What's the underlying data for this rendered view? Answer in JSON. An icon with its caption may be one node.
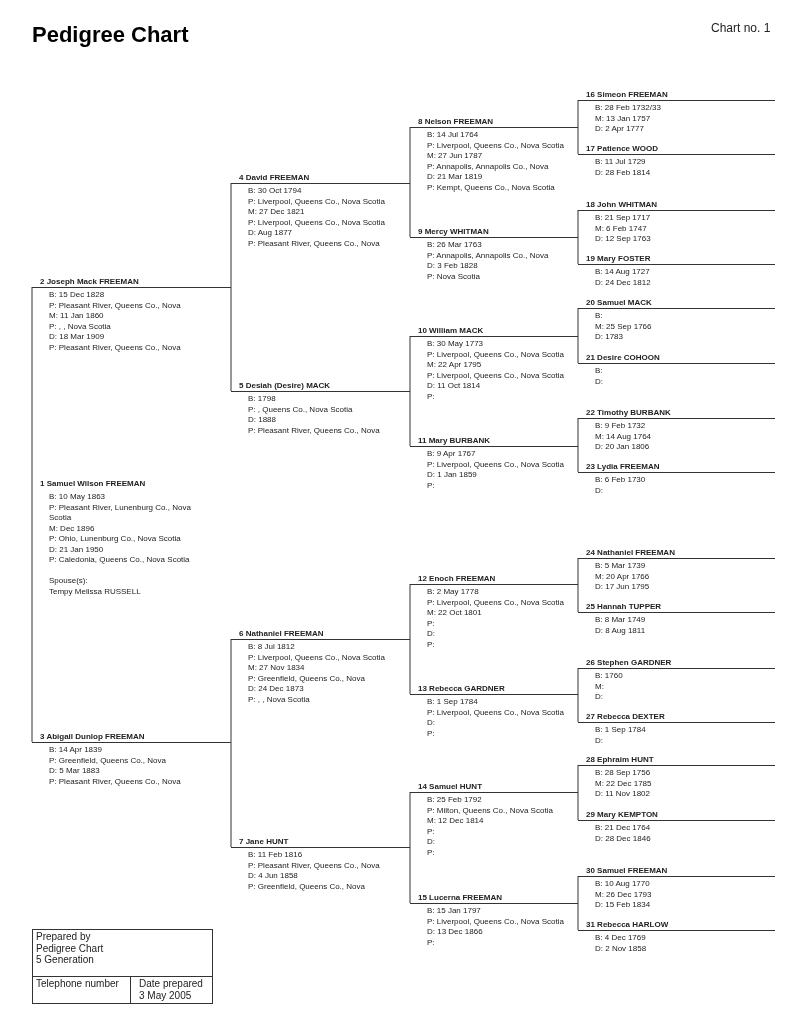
{
  "diagram": {
    "title": "Pedigree Chart",
    "nodes": [
      {
        "text": [
          "1 Samuel Wilson FREEMAN",
          "B: 10 May 1863",
          "P: Pleasant River, Lunenburg Co., Nova Scotia",
          "M: Dec 1896",
          "P: Ohio, Lunenburg Co., Nova Scotia",
          "D: 21 Jan 1950",
          "P: Caledonia, Queens Co., Nova Scotia"
        ],
        "beside": [
          "Spouse(s):",
          "Tempy Melissa RUSSELL"
        ]
      },
      {
        "text": [
          "2 Joseph Mack FREEMAN",
          "B: 15 Dec 1828",
          "P: Pleasant River, Queens Co., Nova",
          "M: 11 Jan 1860",
          "P: , , Nova Scotia",
          "D: 18 Mar 1909",
          "P: Pleasant River, Queens Co., Nova"
        ]
      },
      {
        "text": [
          "3 Abigail Dunlop FREEMAN",
          "B: 14 Apr 1839",
          "P: Greenfield, Queens Co., Nova",
          "D: 5 Mar 1883",
          "P: Pleasant River, Queens Co., Nova"
        ]
      },
      {
        "text": [
          "4 David FREEMAN",
          "B: 30 Oct 1794",
          "P: Liverpool, Queens Co., Nova Scotia",
          "M: 27 Dec 1821",
          "P: Liverpool, Queens Co., Nova Scotia",
          "D: Aug 1877",
          "P: Pleasant River, Queens Co., Nova"
        ]
      },
      {
        "text": [
          "5 Desiah (Desire) MACK",
          "B: 1798",
          "P: , Queens Co., Nova Scotia",
          "D: 1888",
          "P: Pleasant River, Queens Co., Nova"
        ]
      },
      {
        "text": [
          "6 Nathaniel FREEMAN",
          "B: 8 Jul 1812",
          "P: Liverpool, Queens Co., Nova Scotia",
          "M: 27 Nov 1834",
          "P: Greenfield, Queens Co., Nova",
          "D: 24 Dec 1873",
          "P: , , Nova Scotia"
        ]
      },
      {
        "text": [
          "7 Jane HUNT",
          "B: 11 Feb 1816",
          "P: Pleasant River, Queens Co., Nova",
          "D: 4 Jun 1858",
          "P: Greenfield, Queens Co., Nova"
        ]
      },
      {
        "text": [
          "8 Nelson FREEMAN",
          "B: 14 Jul 1764",
          "P: Liverpool, Queens Co., Nova Scotia",
          "M: 27 Jun 1787",
          "P: Annapolis, Annapolis Co., Nova",
          "D: 21 Mar 1819",
          "P: Kempt, Queens Co., Nova Scotia"
        ]
      },
      {
        "text": [
          "9 Mercy WHITMAN",
          "B: 26 Mar 1763",
          "P: Annapolis, Annapolis Co., Nova",
          "D: 3 Feb 1828",
          "P: Nova Scotia"
        ]
      },
      {
        "text": [
          "10 William MACK",
          "B: 30 May 1773",
          "P: Liverpool, Queens Co., Nova Scotia",
          "M: 22 Apr 1795",
          "P: Liverpool, Queens Co., Nova Scotia",
          "D: 11 Oct 1814",
          "P:"
        ]
      },
      {
        "text": [
          "11 Mary BURBANK",
          "B: 9 Apr 1767",
          "P: Liverpool, Queens Co., Nova Scotia",
          "D: 1 Jan 1859",
          "P:"
        ]
      },
      {
        "text": [
          "12 Enoch FREEMAN",
          "B: 2 May 1778",
          "P: Liverpool, Queens Co., Nova Scotia",
          "M: 22 Oct 1801",
          "P:",
          "D:",
          "P:"
        ]
      },
      {
        "text": [
          "13 Rebecca GARDNER",
          "B: 1 Sep 1784",
          "P: Liverpool, Queens Co., Nova Scotia",
          "D:",
          "P:"
        ]
      },
      {
        "text": [
          "14 Samuel HUNT",
          "B: 25 Feb 1792",
          "P: Milton, Queens Co., Nova Scotia",
          "M: 12 Dec 1814",
          "P:",
          "D:",
          "P:"
        ]
      },
      {
        "text": [
          "15 Lucerna FREEMAN",
          "B: 15 Jan 1797",
          "P: Liverpool, Queens Co., Nova Scotia",
          "D: 13 Dec 1866",
          "P:"
        ]
      },
      {
        "text": [
          "16 Simeon FREEMAN",
          "B: 28 Feb 1732/33",
          "M: 13 Jan 1757",
          "D: 2 Apr 1777"
        ]
      },
      {
        "text": [
          "17 Patience WOOD",
          "B: 11 Jul 1729",
          "D: 28 Feb 1814"
        ]
      },
      {
        "text": [
          "18 John WHITMAN",
          "B: 21 Sep 1717",
          "M: 6 Feb 1747",
          "D: 12 Sep 1763"
        ]
      },
      {
        "text": [
          "19 Mary FOSTER",
          "B: 14 Aug 1727",
          "D: 24 Dec 1812"
        ]
      },
      {
        "text": [
          "20 Samuel MACK",
          "B:",
          "M: 25 Sep 1766",
          "D: 1783"
        ]
      },
      {
        "text": [
          "21 Desire COHOON",
          "B:",
          "D:"
        ]
      },
      {
        "text": [
          "22 Timothy BURBANK",
          "B: 9 Feb 1732",
          "M: 14 Aug 1764",
          "D: 20 Jan 1806"
        ]
      },
      {
        "text": [
          "23 Lydia FREEMAN",
          "B: 6 Feb 1730",
          "D:"
        ]
      },
      {
        "text": [
          "24 Nathaniel FREEMAN",
          "B: 5 Mar 1739",
          "M: 20 Apr 1766",
          "D: 17 Jun 1795"
        ]
      },
      {
        "text": [
          "25 Hannah TUPPER",
          "B: 8 Mar 1749",
          "D: 8 Aug 1811"
        ]
      },
      {
        "text": [
          "26 Stephen GARDNER",
          "B: 1760",
          "M:",
          "D:"
        ]
      },
      {
        "text": [
          "27 Rebecca DEXTER",
          "B: 1 Sep 1784",
          "D:"
        ]
      },
      {
        "text": [
          "28 Ephraim HUNT",
          "B: 28 Sep 1756",
          "M: 22 Dec 1785",
          "D: 11 Nov 1802"
        ]
      },
      {
        "text": [
          "29 Mary KEMPTON",
          "B: 21 Dec 1764",
          "D: 28 Dec 1846"
        ]
      },
      {
        "text": [
          "30 Samuel FREEMAN",
          "B: 10 Aug 1770",
          "M: 26 Dec 1793",
          "D: 15 Feb 1834"
        ]
      },
      {
        "text": [
          "31 Rebecca HARLOW",
          "B: 4 Dec 1769",
          "D: 2 Nov 1858"
        ]
      }
    ],
    "edges": [
      {
        "from": 0,
        "to": 1,
        "arrow": "none"
      },
      {
        "from": 0,
        "to": 2,
        "arrow": "none"
      },
      {
        "from": 1,
        "to": 3,
        "arrow": "none"
      },
      {
        "from": 1,
        "to": 4,
        "arrow": "none"
      },
      {
        "from": 2,
        "to": 5,
        "arrow": "none"
      },
      {
        "from": 2,
        "to": 6,
        "arrow": "none"
      },
      {
        "from": 3,
        "to": 7,
        "arrow": "none"
      },
      {
        "from": 3,
        "to": 8,
        "arrow": "none"
      },
      {
        "from": 4,
        "to": 9,
        "arrow": "none"
      },
      {
        "from": 4,
        "to": 10,
        "arrow": "none"
      },
      {
        "from": 5,
        "to": 11,
        "arrow": "none"
      },
      {
        "from": 5,
        "to": 12,
        "arrow": "none"
      },
      {
        "from": 6,
        "to": 13,
        "arrow": "none"
      },
      {
        "from": 6,
        "to": 14,
        "arrow": "none"
      },
      {
        "from": 7,
        "to": 15,
        "arrow": "none"
      },
      {
        "from": 7,
        "to": 16,
        "arrow": "none"
      },
      {
        "from": 8,
        "to": 17,
        "arrow": "none"
      },
      {
        "from": 8,
        "to": 18,
        "arrow": "none"
      },
      {
        "from": 9,
        "to": 19,
        "arrow": "none"
      },
      {
        "from": 9,
        "to": 20,
        "arrow": "none"
      },
      {
        "from": 10,
        "to": 21,
        "arrow": "none"
      },
      {
        "from": 10,
        "to": 22,
        "arrow": "none"
      },
      {
        "from": 11,
        "to": 23,
        "arrow": "none"
      },
      {
        "from": 11,
        "to": 24,
        "arrow": "none"
      },
      {
        "from": 12,
        "to": 25,
        "arrow": "none"
      },
      {
        "from": 12,
        "to": 26,
        "arrow": "none"
      },
      {
        "from": 13,
        "to": 27,
        "arrow": "none"
      },
      {
        "from": 13,
        "to": 28,
        "arrow": "none"
      },
      {
        "from": 14,
        "to": 29,
        "arrow": "none"
      },
      {
        "from": 14,
        "to": 30,
        "arrow": "none"
      }
    ],
    "labels": [
      "Chart no. 1",
      "Prepared by",
      "Pedigree Chart",
      "5 Generation",
      "Telephone number",
      "Date prepared",
      "3 May 2005"
    ]
  }
}
